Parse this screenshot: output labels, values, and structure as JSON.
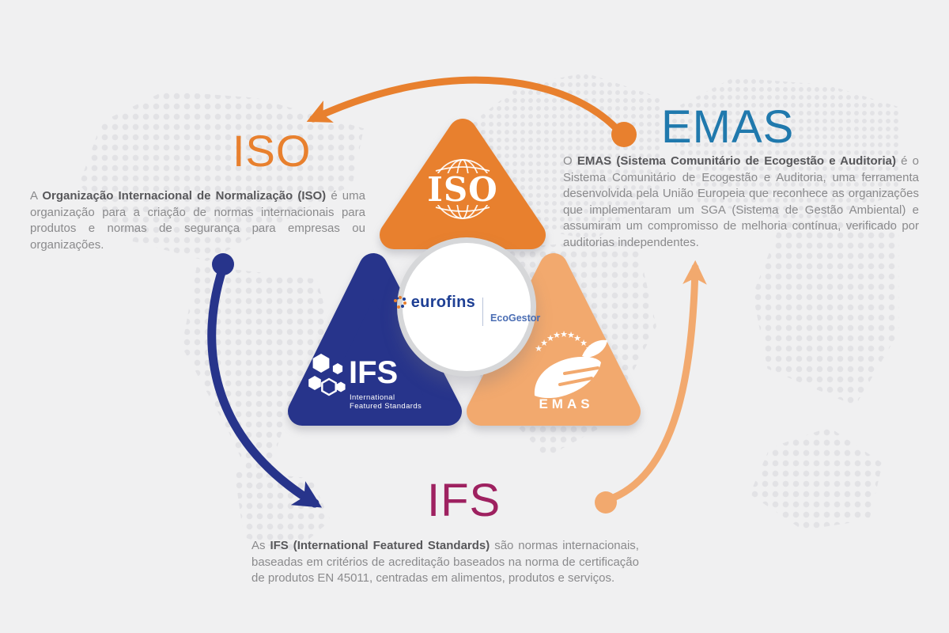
{
  "headings": {
    "iso": "ISO",
    "emas": "EMAS",
    "ifs": "IFS"
  },
  "paragraphs": {
    "iso": {
      "prefix": "A ",
      "bold": "Organização Internacional de Normalização (ISO)",
      "rest": " é uma organização para a criação de normas internacionais para produtos e normas de segurança para empresas ou organizações."
    },
    "emas": {
      "prefix": "O ",
      "bold": "EMAS (Sistema Comunitário de Ecogestão e Auditoria)",
      "rest": " é o Sistema Comunitário de Ecogestão e Auditoria, uma ferramenta desenvolvida pela União Europeia que reconhece as organizações que implementaram um SGA (Sistema de Gestão Ambiental) e assumiram um compromisso de melhoria contínua, verificado por auditorias independentes."
    },
    "ifs": {
      "prefix": "As ",
      "bold": "IFS (International Featured Standards)",
      "rest": " são normas internacionais, baseadas em critérios de acreditação baseados na norma de certificação de produtos EN 45011, centradas em alimentos, produtos e serviços."
    }
  },
  "badges": {
    "iso_label": "ISO",
    "ifs_label": "IFS",
    "ifs_sub1": "International",
    "ifs_sub2": "Featured Standards",
    "emas_label": "EMAS",
    "emas_star": "★"
  },
  "center_logo": {
    "brand": "eurofins",
    "product": "EcoGestor"
  },
  "colors": {
    "orange": "#E8802E",
    "peach": "#F2A96E",
    "navy": "#27348B",
    "emas": "#2079AD",
    "magenta": "#9E2160",
    "gray": "#8A8A8C",
    "dark": "#57575A",
    "bg": "#F0F0F1",
    "dot": "#E2E2E5",
    "brand": "#1E3F94",
    "product": "#4A6DB3",
    "ring": "#D6D7D9"
  }
}
